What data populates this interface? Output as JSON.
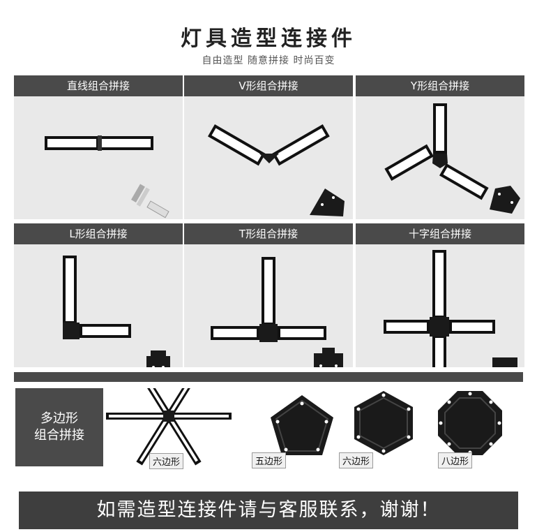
{
  "header": {
    "title": "灯具造型连接件",
    "subtitle": "自由造型 随意拼接 时尚百变"
  },
  "panels": [
    {
      "label": "直线组合拼接",
      "icon": "straight-connection-diagram"
    },
    {
      "label": "V形组合拼接",
      "icon": "v-connection-diagram"
    },
    {
      "label": "Y形组合拼接",
      "icon": "y-connection-diagram"
    },
    {
      "label": "L形组合拼接",
      "icon": "l-connection-diagram"
    },
    {
      "label": "T形组合拼接",
      "icon": "t-connection-diagram"
    },
    {
      "label": "十字组合拼接",
      "icon": "cross-connection-diagram"
    }
  ],
  "polygon_section": {
    "label_line1": "多边形",
    "label_line2": "组合拼接",
    "shapes": [
      {
        "label": "六边形",
        "icon": "hexagon-star-light-image"
      },
      {
        "label": "五边形",
        "icon": "pentagon-connector-image"
      },
      {
        "label": "六边形",
        "icon": "hexagon-connector-image"
      },
      {
        "label": "八边形",
        "icon": "octagon-connector-image"
      }
    ]
  },
  "footer": {
    "text": "如需造型连接件请与客服联系，谢谢！"
  },
  "colors": {
    "header_bar": "#4a4a4a",
    "panel_bg": "#e9e9e9",
    "footer_bg": "#3e3e3e"
  }
}
